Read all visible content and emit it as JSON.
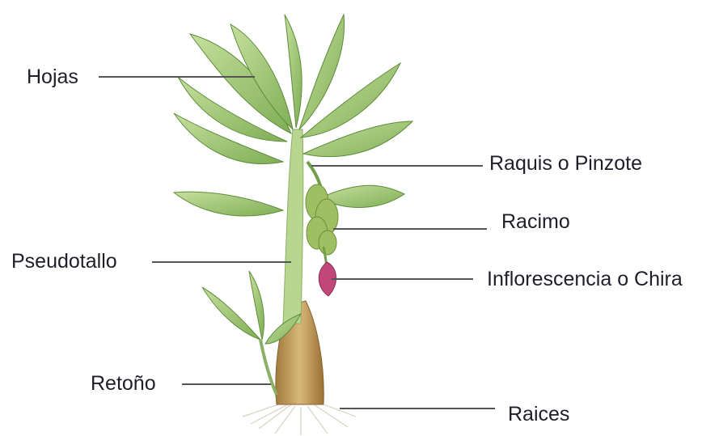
{
  "labels": {
    "hojas": "Hojas",
    "raquis": "Raquis o Pinzote",
    "racimo": "Racimo",
    "pseudotallo": "Pseudotallo",
    "inflorescencia": "Inflorescencia o Chira",
    "retono": "Retoño",
    "raices": "Raices"
  },
  "colors": {
    "leaf_light": "#a9cf7e",
    "leaf_dark": "#6f9f4a",
    "stem": "#b6d48f",
    "trunk_base": "#c9a35e",
    "fruit": "#9fbf62",
    "flower": "#c2487a",
    "leader_line": "#555555",
    "text": "#1f1f2a"
  }
}
